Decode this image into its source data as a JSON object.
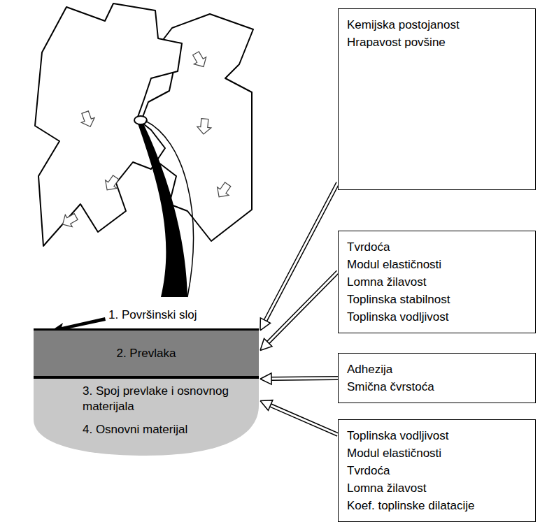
{
  "diagram": {
    "nodes": [
      {
        "text": [
          "2. Prevlaka"
        ]
      },
      {
        "text": [
          "4. Osnovni materijal"
        ]
      },
      {
        "text": [
          "Kemijska postojanost",
          "Hrapavost povšine"
        ]
      },
      {
        "text": [
          "Tvrdoća",
          "Modul elastičnosti",
          "Lomna žilavost",
          "Toplinska stabilnost",
          "Toplinska vodljivost"
        ]
      },
      {
        "text": [
          "Adhezija",
          "Smična čvrstoća"
        ]
      },
      {
        "text": [
          "Toplinska vodljivost",
          "Modul elastičnosti",
          "Tvrdoća",
          "Lomna žilavost",
          "Koef. toplinske dilatacije"
        ]
      }
    ],
    "edges": [
      {
        "from": 2,
        "to": 0,
        "arrow": "to"
      },
      {
        "from": 3,
        "to": 0,
        "arrow": "to"
      },
      {
        "from": 4,
        "to": 1,
        "arrow": "to"
      },
      {
        "from": 5,
        "to": 1,
        "arrow": "to"
      }
    ],
    "labels": [
      "1. Površinski sloj",
      "3. Spoj prevlake i osnovnog materijala"
    ]
  }
}
